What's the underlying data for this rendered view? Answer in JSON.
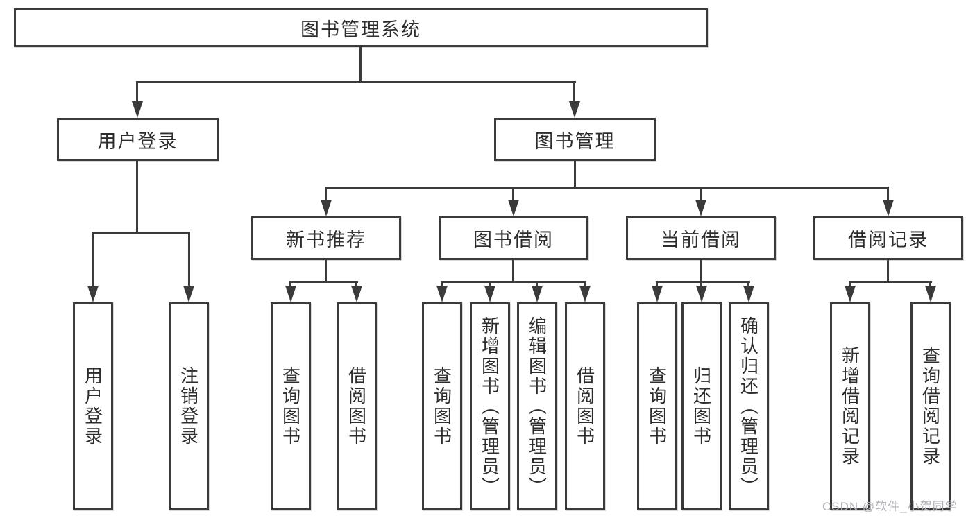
{
  "diagram_type": "hierarchy-tree",
  "tree": {
    "root": "图书管理系统",
    "children": [
      {
        "label": "用户登录",
        "children": [
          "用户登录",
          "注销登录"
        ]
      },
      {
        "label": "图书管理",
        "children": [
          {
            "label": "新书推荐",
            "children": [
              "查询图书",
              "借阅图书"
            ]
          },
          {
            "label": "图书借阅",
            "children": [
              "查询图书",
              "新增图书（管理员）",
              "编辑图书（管理员）",
              "借阅图书"
            ]
          },
          {
            "label": "当前借阅",
            "children": [
              "查询图书",
              "归还图书",
              "确认归还（管理员）"
            ]
          },
          {
            "label": "借阅记录",
            "children": [
              "新增借阅记录",
              "查询借阅记录"
            ]
          }
        ]
      }
    ]
  },
  "watermark": {
    "text": "CSDN @软件_小贺同学"
  },
  "colors": {
    "line": "#3a3a3a",
    "text": "#2d2d2d",
    "watermark": "#b2b2ba",
    "background": "#ffffff"
  }
}
